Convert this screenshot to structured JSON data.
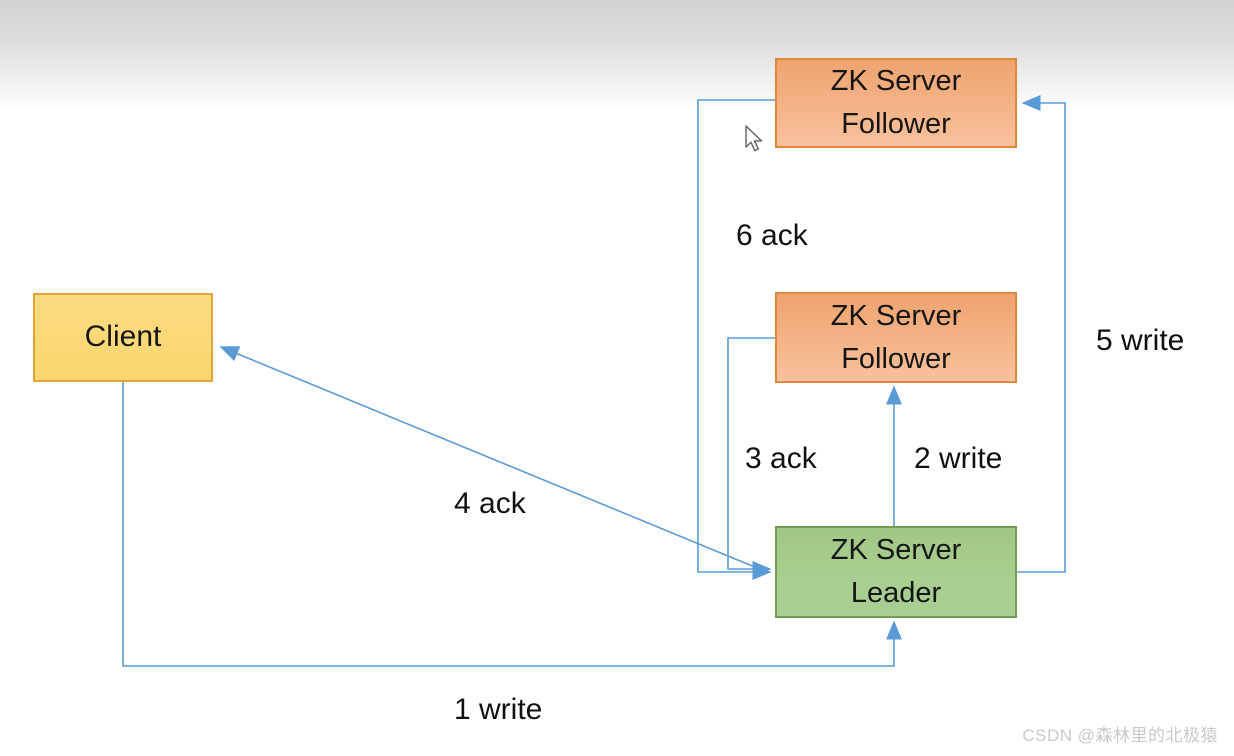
{
  "diagram": {
    "nodes": [
      {
        "id": "zk-follower-top",
        "role": "follower",
        "label": "ZK Server\nFollower"
      },
      {
        "id": "zk-follower-mid",
        "role": "follower",
        "label": "ZK Server\nFollower"
      },
      {
        "id": "zk-leader",
        "role": "leader",
        "label": "ZK Server\nLeader"
      },
      {
        "id": "client",
        "role": "client",
        "label": "Client"
      }
    ],
    "edges": [
      {
        "id": "step1",
        "label": "1 write",
        "from": "client",
        "to": "zk-leader"
      },
      {
        "id": "step2",
        "label": "2 write",
        "from": "zk-leader",
        "to": "zk-follower-mid"
      },
      {
        "id": "step3",
        "label": "3 ack",
        "from": "zk-follower-mid",
        "to": "zk-leader"
      },
      {
        "id": "step4",
        "label": "4 ack",
        "from": "zk-leader",
        "to": "client"
      },
      {
        "id": "step5",
        "label": "5 write",
        "from": "zk-leader",
        "to": "zk-follower-top"
      },
      {
        "id": "step6",
        "label": "6 ack",
        "from": "zk-follower-top",
        "to": "zk-leader"
      }
    ]
  },
  "watermark_text": "CSDN @森林里的北极猿",
  "colors": {
    "arrow": "#5b9bd5",
    "follower_fill_top": "#efa36f",
    "follower_fill_bottom": "#f9c19c",
    "follower_border": "#e2883e",
    "leader_fill": "#a9ce91",
    "leader_border": "#6f9d53",
    "client_fill": "#fbd56e",
    "client_border": "#e3a43a",
    "watermark": "#c9c9c9"
  }
}
